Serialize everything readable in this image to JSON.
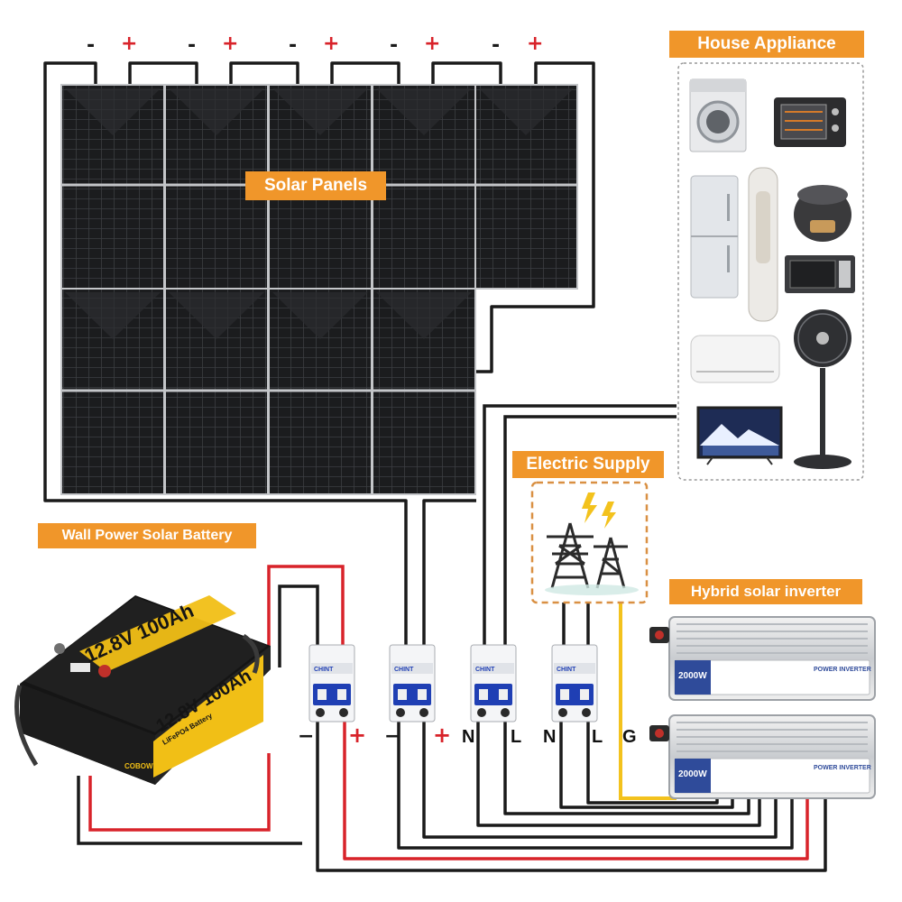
{
  "labels": {
    "solar_panels": "Solar Panels",
    "house_appliance": "House Appliance",
    "electric_supply": "Electric Supply",
    "wall_battery": "Wall Power Solar Battery",
    "hybrid_inverter": "Hybrid solar inverter"
  },
  "panel_polarity": {
    "minus": "-",
    "plus": "+"
  },
  "breaker_terminals": {
    "b1_minus": "−",
    "b1_plus": "+",
    "b2_minus": "−",
    "b2_plus": "+",
    "b3_n": "N",
    "b3_l": "L",
    "b4_n": "N",
    "b4_l": "L",
    "ground": "G"
  },
  "breaker_brand": "CHINT",
  "battery": {
    "top_label": "12.8V 100Ah",
    "front_label": "12.8V 100Ah",
    "front_sub": "LiFePO4 Battery",
    "brand": "COBOWN"
  },
  "inverter": {
    "power_label": "2000W",
    "model_label": "POWER INVERTER"
  },
  "appliances": [
    "washing-machine",
    "oven",
    "fridge",
    "air-tower",
    "rice-cooker",
    "microwave",
    "air-conditioner",
    "stand-fan",
    "television"
  ],
  "colors": {
    "accent": "#f0962a",
    "wire_black": "#1a1a1a",
    "wire_red": "#d8232a",
    "wire_yellow": "#f3c21d",
    "breaker_blue": "#1f3fb4"
  }
}
